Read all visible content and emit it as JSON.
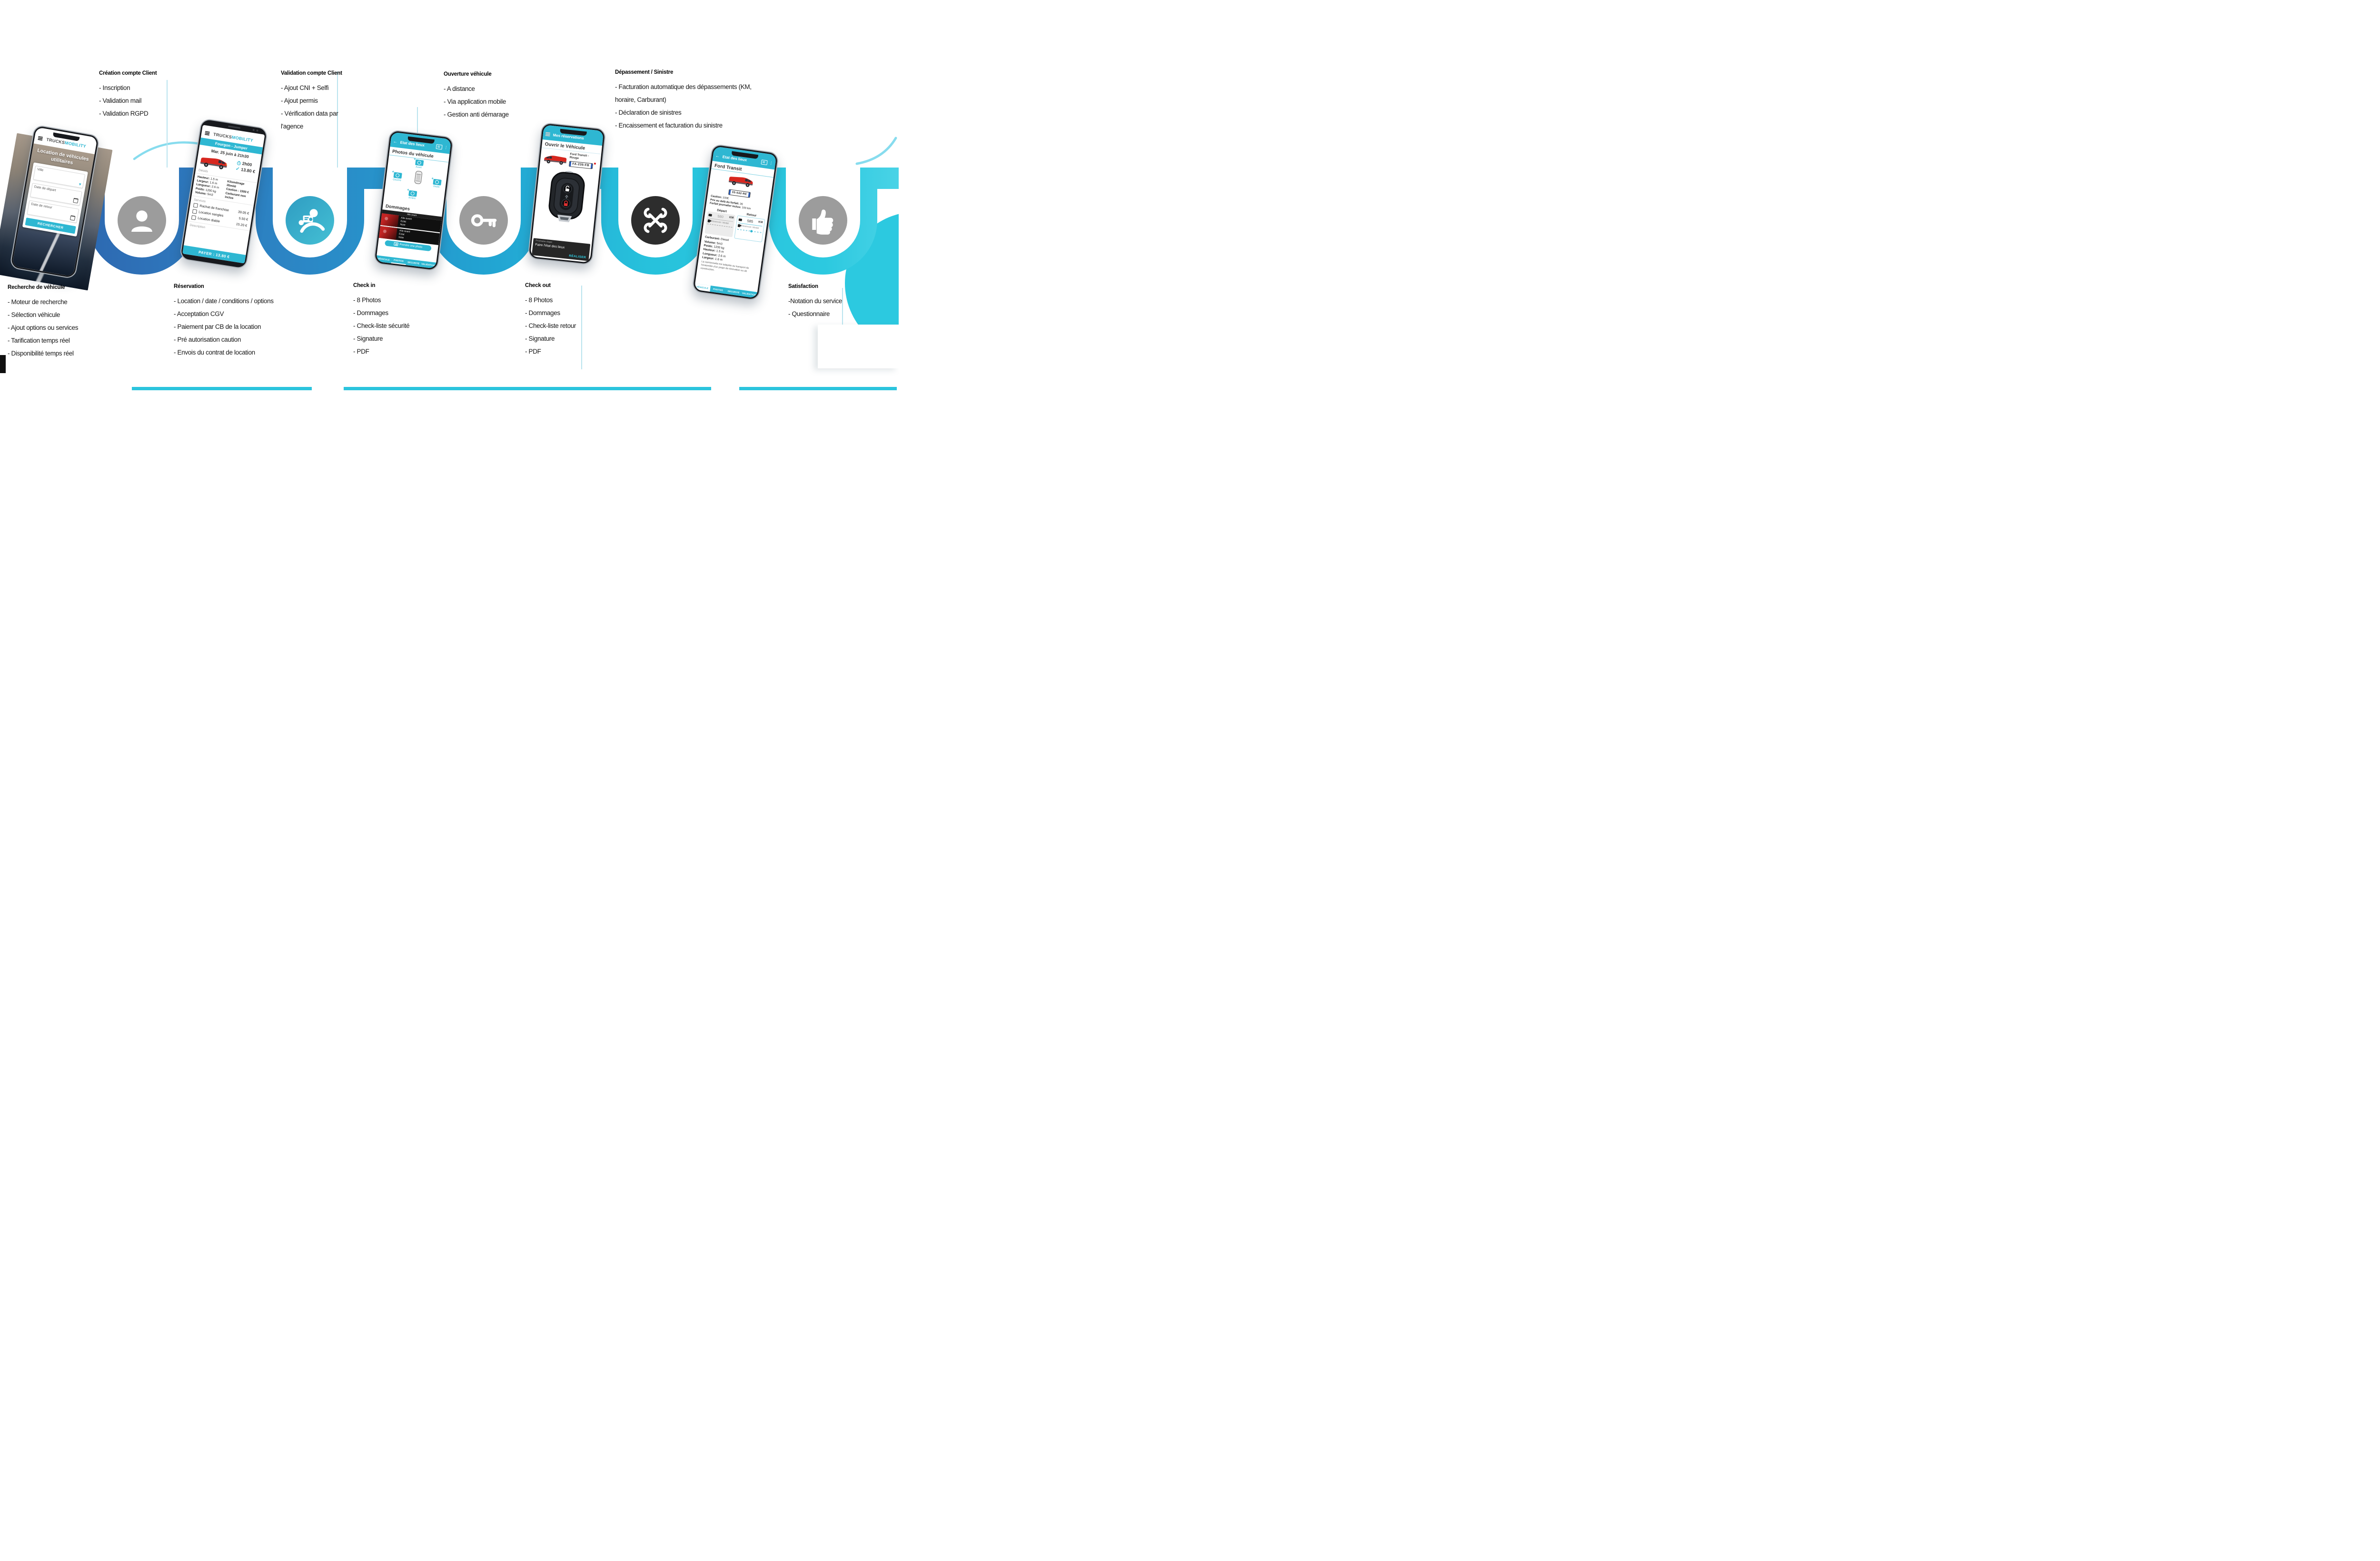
{
  "colors": {
    "accent": "#2eb7d2",
    "wave_dark_blue": "#2d68b0",
    "wave_mid_blue": "#2b85c5",
    "wave_cyan": "#27c2dc",
    "wave_light_cyan": "#49d3e6",
    "circle_gray": "#9c9c9c",
    "circle_dark": "#2d2d2d",
    "circle_teal": "#2f9cc2"
  },
  "timeline_icons": [
    "person-icon",
    "driver-license-icon",
    "key-icon",
    "tools-icon",
    "thumbs-up-icon"
  ],
  "steps": {
    "top": [
      {
        "title": "Création compte Client",
        "items": [
          "- Inscription",
          "- Validation mail",
          "- Validation RGPD"
        ]
      },
      {
        "title": "Validation compte Client",
        "items": [
          "- Ajout CNI + Selfi",
          "- Ajout permis",
          "- Vérification data par l'agence"
        ]
      },
      {
        "title": "Ouverture véhicule",
        "items": [
          "- A distance",
          "- Via application mobile",
          "- Gestion anti démarage"
        ]
      },
      {
        "title": "Dépassement / Sinistre",
        "items": [
          "- Facturation automatique des dépassements (KM, horaire, Carburant)",
          "- Déclaration de sinistres",
          "- Encaissement et facturation du sinistre"
        ]
      }
    ],
    "bottom": [
      {
        "title": "Recherche de véhicule",
        "items": [
          "- Moteur de recherche",
          "- Sélection véhicule",
          "- Ajout options ou services",
          "- Tarification temps réel",
          "- Disponibilité temps réel"
        ]
      },
      {
        "title": "Réservation",
        "items": [
          "- Location / date / conditions / options",
          "- Acceptation CGV",
          "- Paiement par CB de la location",
          "- Pré autorisation caution",
          "- Envois du contrat de location"
        ]
      },
      {
        "title": "Check in",
        "items": [
          "- 8 Photos",
          "- Dommages",
          "- Check-liste sécurité",
          "- Signature",
          "- PDF"
        ]
      },
      {
        "title": "Check out",
        "items": [
          "- 8 Photos",
          "- Dommages",
          "- Check-liste retour",
          "- Signature",
          "- PDF"
        ]
      },
      {
        "title": "Satisfaction",
        "items": [
          "-Notation du service",
          "- Questionnaire"
        ]
      }
    ]
  },
  "phone1": {
    "brand_dark": "TRUCKS",
    "brand_cyan": "MOBILITY",
    "hero_title": "Location de véhicules utilitaires",
    "city_placeholder": "Ville",
    "date_start_placeholder": "Date de départ",
    "date_end_placeholder": "Date de retour",
    "search_button": "RECHERCHER"
  },
  "phone2": {
    "brand_dark": "TRUCKS",
    "brand_cyan": "MOBILITY",
    "category": "Fourgon - Jumper",
    "datetime": "Mar. 25 juin à 21h30",
    "duration": "2h00",
    "price": "13.80 €",
    "details_label": "Détails",
    "specs": [
      {
        "k": "Hauteur:",
        "v": "1.5 m"
      },
      {
        "k": "Largeur:",
        "v": "1.6 m"
      },
      {
        "k": "Langueur:",
        "v": "2.6 m"
      },
      {
        "k": "Poids:",
        "v": "1200 kg"
      },
      {
        "k": "Volume:",
        "v": "5m3"
      }
    ],
    "conditions": [
      "Kilométrage illimité",
      "Caution : 1500 €",
      "Carburant non inclus"
    ],
    "services_label": "Services",
    "services": [
      {
        "name": "Rachat de franchise",
        "price": "39.05 €"
      },
      {
        "name": "Location sangles",
        "price": "5.50 €"
      },
      {
        "name": "Location diable",
        "price": "15.20 €"
      }
    ],
    "description_label": "Description",
    "pay_button": "PAYER : 13.80 €"
  },
  "phone3": {
    "header": "Etat des lieux",
    "photos_title": "Photos du véhicule",
    "labels": {
      "front": "Avant",
      "left": "Gauche",
      "right": "Droite",
      "rear": "Arrière"
    },
    "damages_title": "Dommages",
    "damage_bar": "Aile avant",
    "damage_rows": [
      [
        "Aile avant",
        "Eclat",
        "Note"
      ],
      [
        "Aile avant",
        "Eclat",
        "Note"
      ]
    ],
    "take_photo_button": "Prendre une photo",
    "tabs": [
      "VÉHICULE",
      "PHOTOS",
      "SÉCURITÉ",
      "VALIDATION"
    ]
  },
  "phone4": {
    "header": "Mes réservations",
    "title": "Ouvrir le Véhicule",
    "vehicle_name": "Ford Transit - Rouge",
    "plate": "FA-235-FB",
    "next_step_label": "Prochaine étape",
    "next_step": "Faire l'état des lieux",
    "action": "RÉALISER"
  },
  "phone5": {
    "header": "Etat des lieux",
    "title": "Ford Transit",
    "plate": "05-542-RE",
    "info": [
      {
        "k": "Caution:",
        "v": "100€"
      },
      {
        "k": "Prix au delà du forfait:",
        "v": "2€"
      },
      {
        "k": "Forfait journalier inclus:",
        "v": "100 km"
      }
    ],
    "depart_label": "Départ",
    "depart_km": "580",
    "retour_label": "Retour",
    "retour_km": "585",
    "km_unit": "KM",
    "reservoir": "Réservoir: Moitié",
    "carburant": {
      "k": "Carburant:",
      "v": "Diesel"
    },
    "specs": [
      {
        "k": "Volume:",
        "v": "5m3"
      },
      {
        "k": "Poids:",
        "v": "1200 kg"
      },
      {
        "k": "Hauteur:",
        "v": "1.5 m"
      },
      {
        "k": "Longueur:",
        "v": "2.6 m"
      },
      {
        "k": "Largeur:",
        "v": "1.6 m"
      }
    ],
    "description": "La camionnette est adaptée au transport de l'ensemble d'un projet de rénovation ou de construction.",
    "tabs": [
      "VÉHICULE",
      "PHOTOS",
      "SÉCURITÉ",
      "VALIDATION"
    ]
  }
}
